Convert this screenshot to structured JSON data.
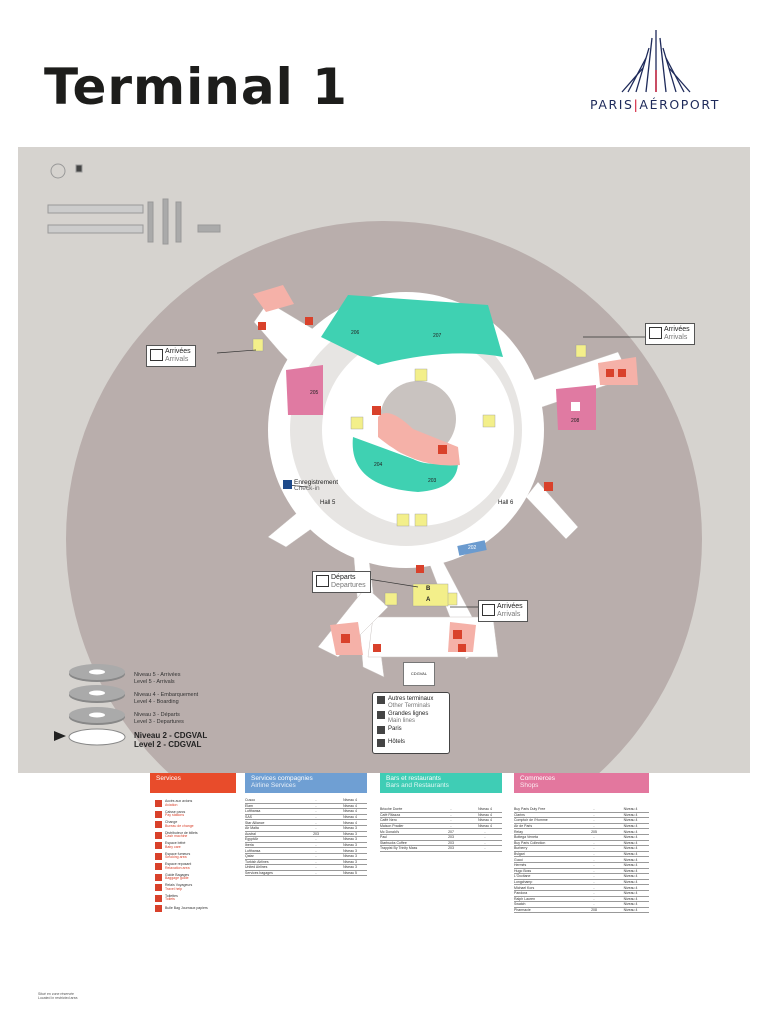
{
  "title": "Terminal 1",
  "logo": {
    "part1": "PARIS",
    "sep": "|",
    "part2": "AÉROPORT"
  },
  "colors": {
    "map_bg": "#d6d3cf",
    "teal": "#3fd1b2",
    "pink": "#e07aa2",
    "salmon": "#f5b1a8",
    "yellow": "#f3ef8a",
    "blue": "#6b9bcf",
    "red": "#d9412b",
    "services": "#e84c2b",
    "companies": "#6f9fd3",
    "bars": "#3fcdb5",
    "shops": "#e3779e"
  },
  "map": {
    "gates": [
      "206",
      "207",
      "205",
      "208",
      "204",
      "203",
      "202"
    ],
    "hall5": "Hall 5",
    "hall6": "Hall 6",
    "checkin": {
      "fr": "Enregistrement",
      "en": "Check-in"
    },
    "arrivals_left": {
      "fr": "Arrivées",
      "en": "Arrivals"
    },
    "arrivals_right": {
      "fr": "Arrivées",
      "en": "Arrivals"
    },
    "arrivals_bottom": {
      "fr": "Arrivées",
      "en": "Arrivals"
    },
    "departures": {
      "fr": "Départs",
      "en": "Departures"
    },
    "door_a": "A",
    "door_b": "B",
    "cdgval": "CDGVAL"
  },
  "levels": {
    "l5": {
      "fr": "Niveau 5 - Arrivées",
      "en": "Level 5 - Arrivals"
    },
    "l4": {
      "fr": "Niveau 4 - Embarquement",
      "en": "Level 4 - Boarding"
    },
    "l3": {
      "fr": "Niveau 3 - Départs",
      "en": "Level 3 - Departures"
    },
    "l2": {
      "fr": "Niveau 2 - CDGVAL",
      "en": "Level 2 - CDGVAL"
    }
  },
  "transport": {
    "other_fr": "Autres terminaux",
    "other_en": "Other Terminals",
    "lines_fr": "Grandes lignes",
    "lines_en": "Main lines",
    "paris": "Paris",
    "hotels": "Hôtels"
  },
  "sections": {
    "services": {
      "fr": "Services",
      "en": ""
    },
    "companies": {
      "fr": "Services compagnies",
      "en": "Airline Services"
    },
    "bars": {
      "fr": "Bars et restaurants",
      "en": "Bars and Restaurants"
    },
    "shops": {
      "fr": "Commerces",
      "en": "Shops"
    }
  },
  "services_list": [
    {
      "fr": "Accès aux avions",
      "en": "Aviation"
    },
    {
      "fr": "Caisse parcs",
      "en": "Pay stations"
    },
    {
      "fr": "Change",
      "en": "Bureau de change"
    },
    {
      "fr": "Distributeur de billets",
      "en": "Cash machine"
    },
    {
      "fr": "Espace bébé",
      "en": "Baby care"
    },
    {
      "fr": "Espace fumeurs",
      "en": "Smoking area"
    },
    {
      "fr": "Espace reposant",
      "en": "Relaxation area"
    },
    {
      "fr": "Guide Bagages",
      "en": "Baggage guide"
    },
    {
      "fr": "Relais Voyageurs",
      "en": "Travel help"
    },
    {
      "fr": "Toilettes",
      "en": "Toilets"
    },
    {
      "fr": "Bulle Bag Journaux papiers",
      "en": ""
    }
  ],
  "company_rows": [
    {
      "name": "Cusoo",
      "lvl": "-",
      "other": "Niveau 4"
    },
    {
      "name": "Elam",
      "lvl": "-",
      "other": "Niveau 4"
    },
    {
      "name": "Lufthansa",
      "lvl": "-",
      "other": "Niveau 4"
    },
    {
      "name": "SAS",
      "lvl": "-",
      "other": "Niveau 4"
    },
    {
      "name": "Star Alliance",
      "lvl": "-",
      "other": "Niveau 4"
    },
    {
      "name": "Air Malta",
      "lvl": "-",
      "other": "Niveau 3"
    },
    {
      "name": "Austral",
      "lvl": "203",
      "other": "Niveau 3"
    },
    {
      "name": "EgyptAir",
      "lvl": "-",
      "other": "Niveau 3"
    },
    {
      "name": "Iberia",
      "lvl": "-",
      "other": "Niveau 3"
    },
    {
      "name": "Lufthansa",
      "lvl": "-",
      "other": "Niveau 3"
    },
    {
      "name": "Qatar",
      "lvl": "-",
      "other": "Niveau 3"
    },
    {
      "name": "Turkish Airlines",
      "lvl": "-",
      "other": "Niveau 3"
    },
    {
      "name": "United Airlines",
      "lvl": "-",
      "other": "Niveau 3"
    },
    {
      "name": "Services bagages",
      "lvl": "-",
      "other": "Niveau 5"
    }
  ],
  "bar_rows": [
    {
      "name": "Brioche Dorée",
      "lvl": "-",
      "other": "Niveau 4"
    },
    {
      "name": "Café Ritazza",
      "lvl": "-",
      "other": "Niveau 4"
    },
    {
      "name": "Caffè Nero",
      "lvl": "-",
      "other": "Niveau 4"
    },
    {
      "name": "Maison Pradier",
      "lvl": "-",
      "other": "Niveau 4"
    },
    {
      "name": "Mc Donald's",
      "lvl": "207",
      "other": "-"
    },
    {
      "name": "Paul",
      "lvl": "203",
      "other": "-"
    },
    {
      "name": "Starbucks Coffee",
      "lvl": "203",
      "other": "-"
    },
    {
      "name": "Trappist By Trinity Mass",
      "lvl": "203",
      "other": "-"
    }
  ],
  "shop_rows": [
    {
      "name": "Buy Paris Duty Free",
      "lvl": "-",
      "other": "Niveau 4"
    },
    {
      "name": "Clarins",
      "lvl": "-",
      "other": "Niveau 4"
    },
    {
      "name": "Comptoir de l'Homme",
      "lvl": "-",
      "other": "Niveau 4"
    },
    {
      "name": "Air de Paris",
      "lvl": "-",
      "other": "Niveau 4"
    },
    {
      "name": "Relay",
      "lvl": "205",
      "other": "Niveau 4"
    },
    {
      "name": "Bottega Veneta",
      "lvl": "-",
      "other": "Niveau 4"
    },
    {
      "name": "Buy Paris Collection",
      "lvl": "-",
      "other": "Niveau 4"
    },
    {
      "name": "Burberry",
      "lvl": "-",
      "other": "Niveau 4"
    },
    {
      "name": "Bvlgari",
      "lvl": "-",
      "other": "Niveau 4"
    },
    {
      "name": "Gucci",
      "lvl": "-",
      "other": "Niveau 4"
    },
    {
      "name": "Hermès",
      "lvl": "-",
      "other": "Niveau 4"
    },
    {
      "name": "Hugo Boss",
      "lvl": "-",
      "other": "Niveau 4"
    },
    {
      "name": "L'Occitane",
      "lvl": "-",
      "other": "Niveau 4"
    },
    {
      "name": "Longchamp",
      "lvl": "-",
      "other": "Niveau 4"
    },
    {
      "name": "Michael Kors",
      "lvl": "-",
      "other": "Niveau 4"
    },
    {
      "name": "Pandora",
      "lvl": "-",
      "other": "Niveau 4"
    },
    {
      "name": "Ralph Lauren",
      "lvl": "-",
      "other": "Niveau 4"
    },
    {
      "name": "Swatch",
      "lvl": "-",
      "other": "Niveau 4"
    },
    {
      "name": "Pharmacie",
      "lvl": "208",
      "other": "Niveau 4"
    }
  ],
  "footer": {
    "line1": "Situé en zone réservée",
    "line2": "Located in restricted area"
  }
}
